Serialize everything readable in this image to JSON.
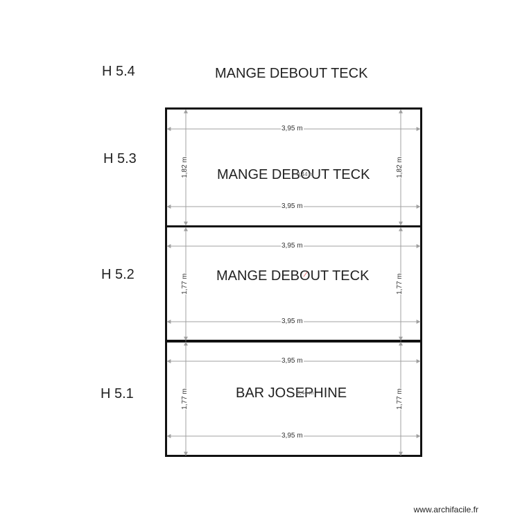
{
  "levels": {
    "h54": "H 5.4",
    "h53": "H 5.3",
    "h52": "H 5.2",
    "h51": "H 5.1"
  },
  "top_title": "MANGE DEBOUT TECK",
  "rooms": [
    {
      "name": "MANGE DEBOUT TECK",
      "width": "3,95 m",
      "height": "1,82 m",
      "inner": "0,44 m"
    },
    {
      "name": "MANGE DEBOUT TECK",
      "width": "3,95 m",
      "height": "1,77 m"
    },
    {
      "name": "BAR JOSEPHINE",
      "width": "3,95 m",
      "height": "1,77 m",
      "inner": "0,44 m"
    }
  ],
  "footer": "www.archifacile.fr",
  "colors": {
    "wall": "#111111",
    "dimension": "#a0a0a0"
  }
}
